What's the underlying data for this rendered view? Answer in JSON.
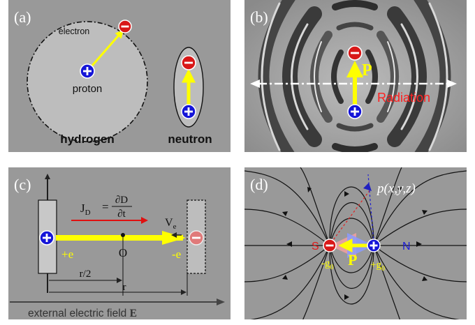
{
  "panel_a": {
    "label": "(a)",
    "electron": "electron",
    "proton": "proton",
    "hydrogen": "hydrogen",
    "neutron": "neutron",
    "minus": "−",
    "plus": "+"
  },
  "panel_b": {
    "label": "(b)",
    "p": "P",
    "radiation": "Radiation"
  },
  "panel_c": {
    "label": "(c)",
    "jd": "J",
    "jd_sub": "D",
    "eq": "=",
    "num": "∂D",
    "den": "∂t",
    "ve": "V",
    "ve_sub": "e",
    "plus_e": "+e",
    "minus_e": "-e",
    "o": "O",
    "r_half": "r/2",
    "r": "r",
    "field_text": "external electric field",
    "field_sym": "E"
  },
  "panel_d": {
    "label": "(d)",
    "point": "p(x,y,z)",
    "s": "S",
    "n": "N",
    "p": "P",
    "neg_g": "-g",
    "pos_g": "+g",
    "g_sub": "0"
  },
  "colors": {
    "panel_bg": "#999999",
    "charge_blue": "#1515d8",
    "charge_red": "#d81818",
    "arrow_yellow": "#ffff00",
    "radiation_red": "#ff2020"
  }
}
